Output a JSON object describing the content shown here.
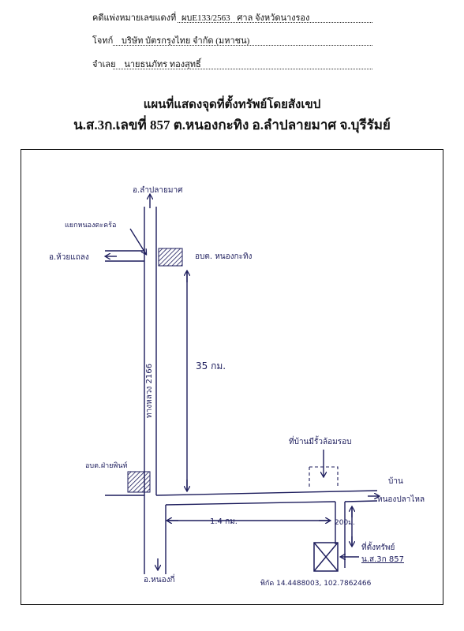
{
  "header": {
    "case_label": "คดีแพ่งหมายเลขแดงที่",
    "case_no": "ผบE133/2563",
    "court": "ศาล จังหวัดนางรอง",
    "plaintiff_label": "โจทก์",
    "plaintiff": "บริษัท บัตรกรุงไทย จำกัด (มหาชน)",
    "defendant_label": "จำเลย",
    "defendant": "นายธนภัทร ทองสุทธิ์"
  },
  "title": {
    "line1": "แผนที่แสดงจุดที่ตั้งทรัพย์โดยสังเขป",
    "line2": "น.ส.3ก.เลขที่ 857 ต.หนองกะทิง อ.ลำปลายมาศ จ.บุรีรัมย์"
  },
  "map": {
    "north_destination": "อ.ลำปลายมาศ",
    "junction": "แยกหนองตะคร้อ",
    "west_destination": "อ.ห้วยแถลง",
    "office_top": "อบต. หนองกะทิง",
    "highway": "ทางหลวง 2166",
    "distance_35": "35 กม.",
    "fence_house": "ที่บ้านมีรั้วล้อมรอบ",
    "village_top": "บ้าน",
    "village_bottom": "หนองปลาไหล",
    "office_bottom": "อบต.ฝ่ายพินท์",
    "distance_14": "1.4 กม.",
    "distance_200": "200ม.",
    "south_destination": "อ.หนองกี่",
    "property_label": "ที่ตั้งทรัพย์",
    "property_doc": "น.ส.3ก 857",
    "coords": "พิกัด 14.4488003, 102.7862466"
  },
  "colors": {
    "ink": "#1c1c5c",
    "print": "#111111"
  }
}
